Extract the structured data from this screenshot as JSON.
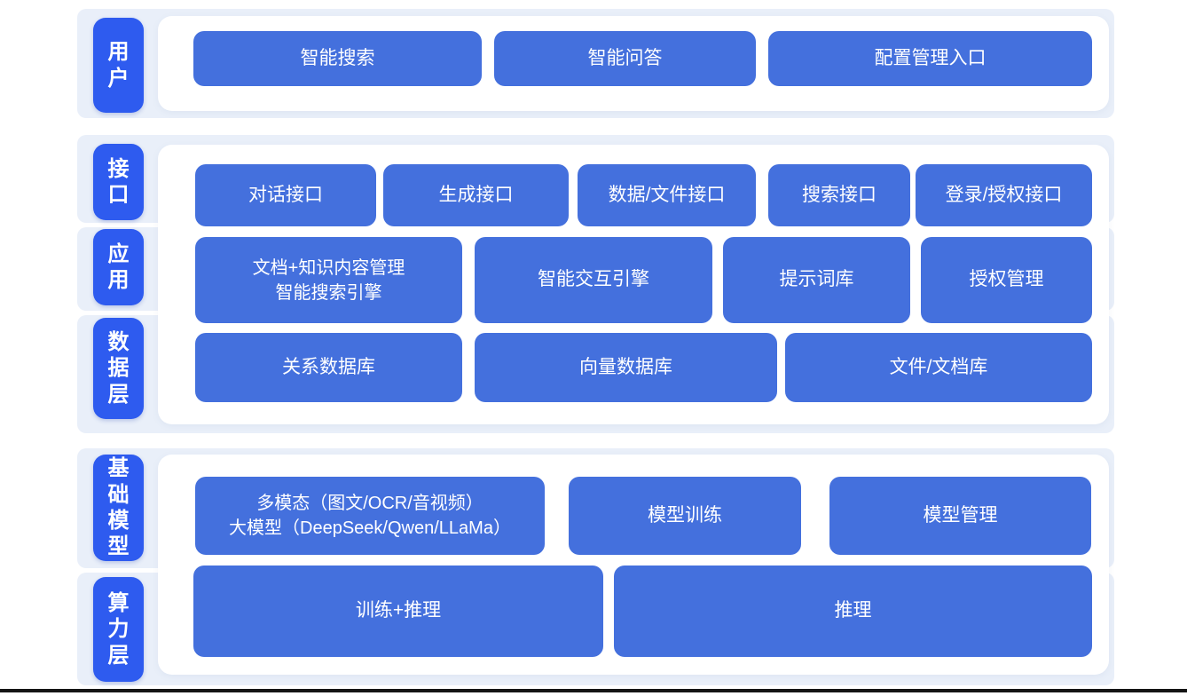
{
  "colors": {
    "label_blue": "#2e5bef",
    "node_blue": "#4470dd",
    "band_blue": "#e9eff9",
    "panel_white": "#ffffff",
    "text_white": "#ffffff",
    "bottom_rule_dark": "#141414"
  },
  "layers": {
    "user": {
      "label": "用户",
      "buttons": [
        "智能搜索",
        "智能问答",
        "配置管理入口"
      ]
    },
    "platform": {
      "labels": [
        "接口",
        "应用",
        "数据层"
      ],
      "interface_row": [
        "对话接口",
        "生成接口",
        "数据/文件接口",
        "搜索接口",
        "登录/授权接口"
      ],
      "application_row": [
        {
          "line1": "文档+知识内容管理",
          "line2": "智能搜索引擎"
        },
        {
          "line1": "智能交互引擎"
        },
        {
          "line1": "提示词库"
        },
        {
          "line1": "授权管理"
        }
      ],
      "data_row": [
        "关系数据库",
        "向量数据库",
        "文件/文档库"
      ]
    },
    "foundation": {
      "labels": [
        "基础模型",
        "算力层"
      ],
      "model_row": [
        {
          "line1": "多模态（图文/OCR/音视频）",
          "line2": "大模型（DeepSeek/Qwen/LLaMa）"
        },
        {
          "line1": "模型训练"
        },
        {
          "line1": "模型管理"
        }
      ],
      "compute_row": [
        "训练+推理",
        "推理"
      ]
    }
  }
}
